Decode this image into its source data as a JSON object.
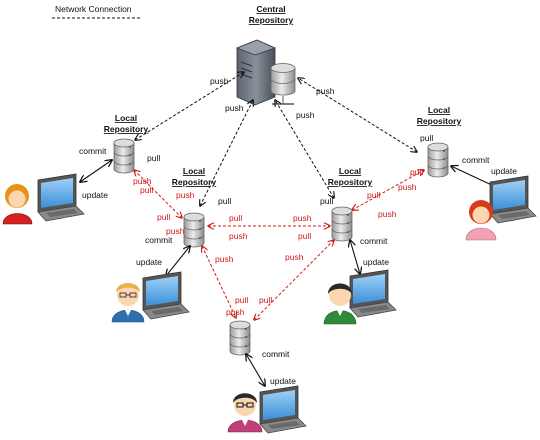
{
  "legend": {
    "label": "Network Connection"
  },
  "central": {
    "title_line1": "Central",
    "title_line2": "Repository",
    "icon": "server-icon"
  },
  "repos": [
    {
      "title_line1": "Local",
      "title_line2": "Repository"
    },
    {
      "title_line1": "Local",
      "title_line2": "Repository"
    },
    {
      "title_line1": "Local",
      "title_line2": "Repository"
    },
    {
      "title_line1": "Local",
      "title_line2": "Repository"
    }
  ],
  "labels": {
    "push": "push",
    "pull": "pull",
    "commit": "commit",
    "update": "update"
  },
  "colors": {
    "central_link": "#111111",
    "peer_link": "#d01818",
    "disk": "#c8c8c8"
  }
}
